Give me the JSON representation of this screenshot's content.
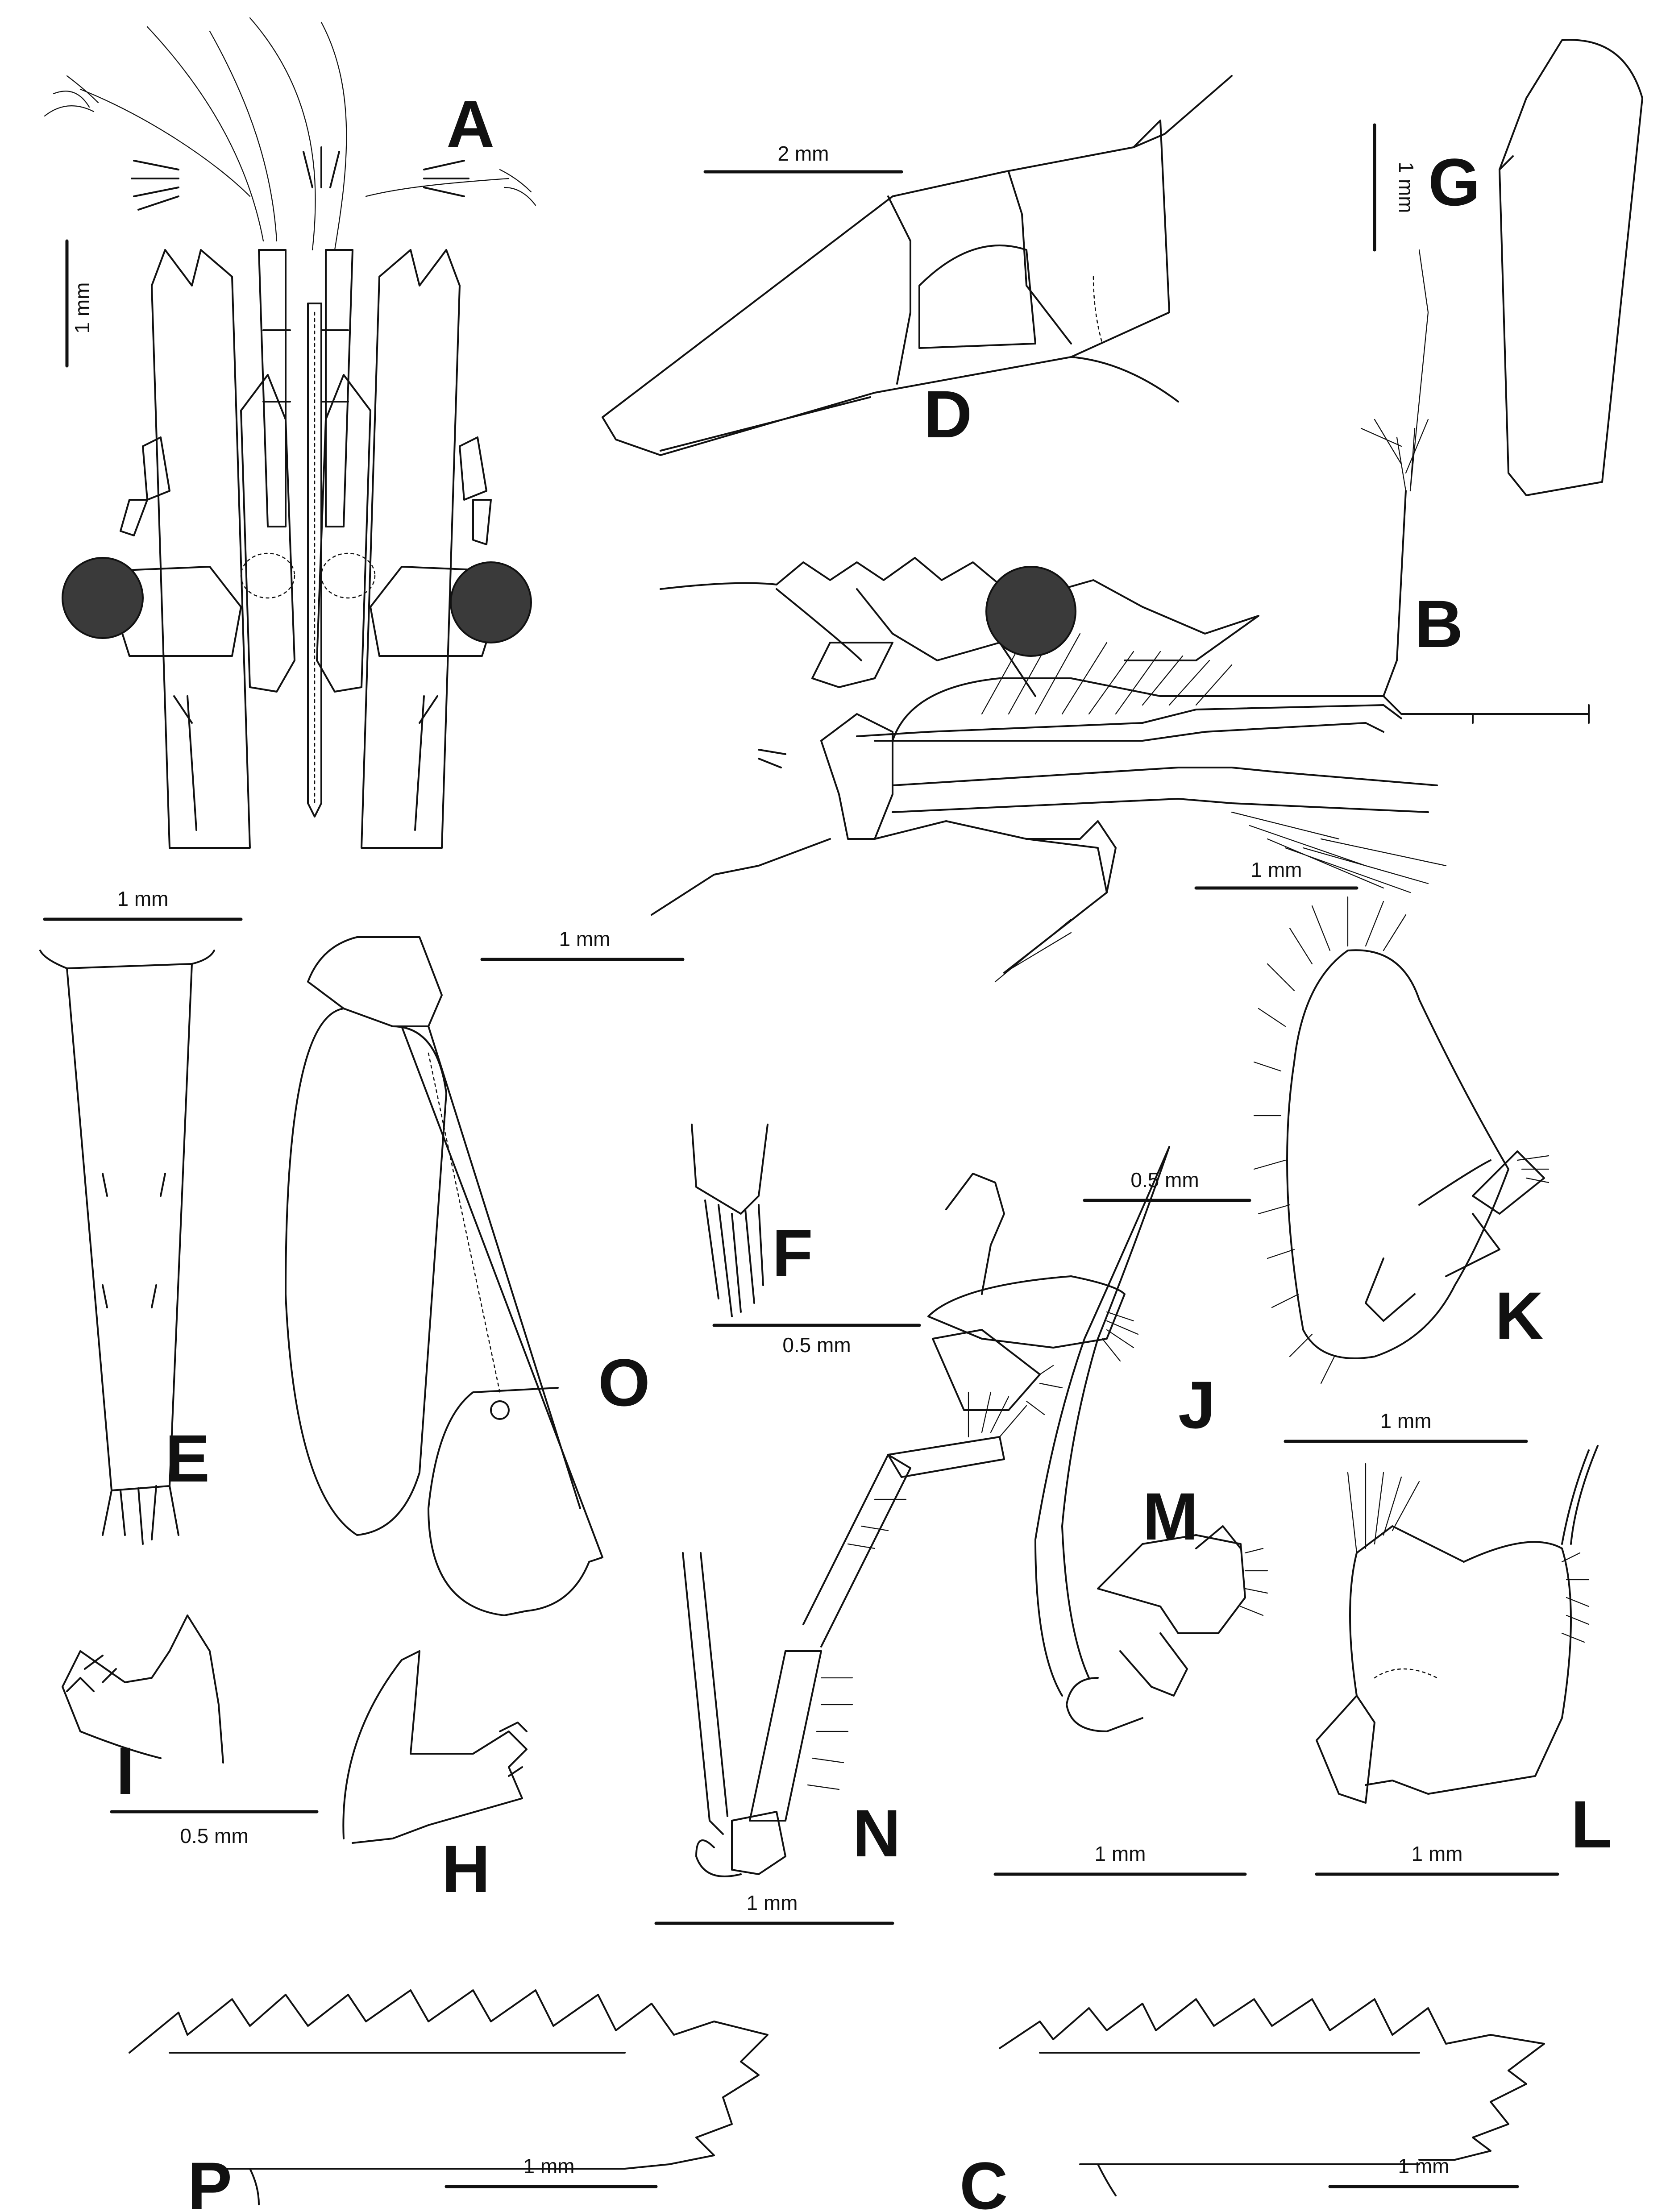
{
  "panels": {
    "A": "A",
    "B": "B",
    "C": "C",
    "D": "D",
    "E": "E",
    "F": "F",
    "G": "G",
    "H": "H",
    "I": "I",
    "J": "J",
    "K": "K",
    "L": "L",
    "M": "M",
    "N": "N",
    "O": "O",
    "P": "P"
  },
  "scales": {
    "A": "1 mm",
    "B": "1 mm",
    "C": "1 mm",
    "D": "2 mm",
    "E": "1 mm",
    "F": "0.5 mm",
    "G": "1 mm",
    "HI": "0.5 mm",
    "J": "0.5 mm",
    "K": "1 mm",
    "L": "1 mm",
    "M": "1 mm",
    "N": "1 mm",
    "O": "1 mm",
    "P": "1 mm"
  },
  "colors": {
    "ink": "#111111",
    "paper": "#ffffff"
  }
}
